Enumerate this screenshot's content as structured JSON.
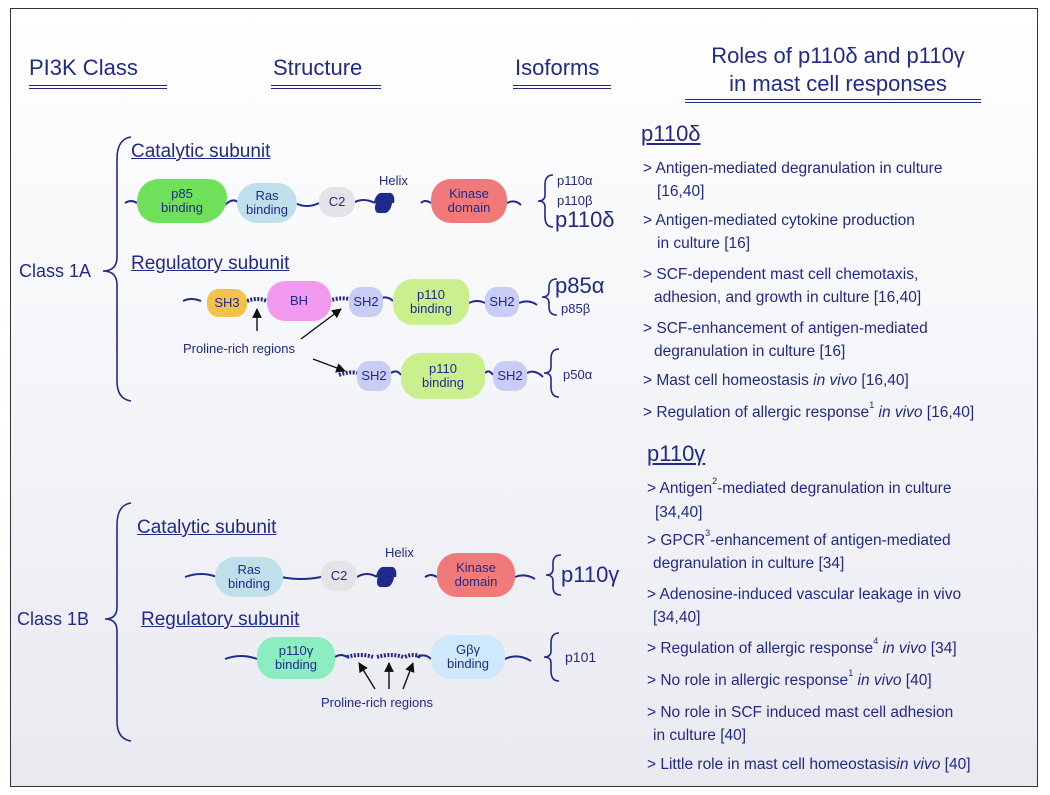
{
  "headers": {
    "class": "PI3K Class",
    "structure": "Structure",
    "isoforms": "Isoforms",
    "roles_line1": "Roles of p110δ and p110γ",
    "roles_line2": "in mast cell responses"
  },
  "class1a": {
    "label": "Class 1A",
    "catalytic_label": "Catalytic subunit",
    "regulatory_label": "Regulatory subunit",
    "catalytic_domains": {
      "p85_binding": "p85 binding",
      "ras_binding": "Ras binding",
      "c2": "C2",
      "helix": "Helix",
      "kinase": "Kinase domain"
    },
    "catalytic_isoforms": [
      "p110α",
      "p110β",
      "p110δ"
    ],
    "regulatory_domains": {
      "sh3": "SH3",
      "bh": "BH",
      "sh2": "SH2",
      "p110_binding": "p110 binding"
    },
    "regulatory_isoforms": [
      "p85α",
      "p85β"
    ],
    "short_isoform": "p50α",
    "proline_label": "Proline-rich regions"
  },
  "class1b": {
    "label": "Class 1B",
    "catalytic_label": "Catalytic subunit",
    "regulatory_label": "Regulatory subunit",
    "catalytic_domains": {
      "ras_binding": "Ras binding",
      "c2": "C2",
      "helix": "Helix",
      "kinase": "Kinase domain"
    },
    "catalytic_isoform": "p110γ",
    "regulatory_domains": {
      "p110g_binding": "p110γ binding",
      "gbg_binding": "Gβγ binding"
    },
    "regulatory_isoform": "p101",
    "proline_label": "Proline-rich regions"
  },
  "roles": {
    "delta_title": "p110δ",
    "delta_items": [
      "> Antigen-mediated degranulation in culture",
      "[16,40]",
      "> Antigen-mediated cytokine production",
      "in culture [16]",
      "> SCF-dependent mast cell chemotaxis,",
      "adhesion, and growth in culture [16,40]",
      "> SCF-enhancement of antigen-mediated",
      "degranulation in culture [16]",
      "> Mast cell homeostasis",
      "in vivo",
      "[16,40]",
      "> Regulation of allergic response",
      "1",
      "in vivo",
      "[16,40]"
    ],
    "gamma_title": "p110γ",
    "gamma_items": [
      "> Antigen",
      "2",
      "-mediated degranulation in culture",
      "[34,40]",
      "> GPCR",
      "3",
      "-enhancement of antigen-mediated",
      "degranulation in culture [34]",
      "> Adenosine-induced vascular leakage in vivo",
      "[34,40]",
      "> Regulation of allergic response",
      "4",
      "in vivo",
      "[34]",
      "> No role in allergic response",
      "1",
      "in vivo",
      "[40]",
      "> No role in SCF induced mast cell adhesion",
      "in culture [40]",
      "> Little role in mast cell homeostasis",
      "in vivo",
      "[40]"
    ]
  },
  "colors": {
    "text": "#1f2a8a",
    "p85_binding": "#6ee05a",
    "ras_binding": "#bfe0ea",
    "c2": "#e4e4e8",
    "kinase": "#f07a7a",
    "sh3": "#f2c24a",
    "bh": "#f19af0",
    "sh2": "#c9ccf5",
    "p110_binding": "#c9f08c",
    "p110g_binding": "#8cedc0",
    "gbg_binding": "#cfe8fb"
  }
}
